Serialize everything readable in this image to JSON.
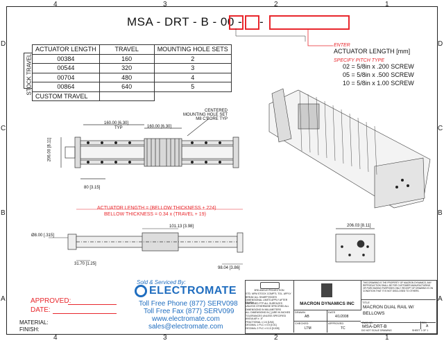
{
  "zones": {
    "cols": [
      "4",
      "3",
      "2",
      "1"
    ],
    "rows": [
      "D",
      "C",
      "B",
      "A"
    ]
  },
  "part_number": {
    "prefix": "MSA - DRT - B - 00 -",
    "dash": "-"
  },
  "table": {
    "side_label": "STOCK TRAVEL",
    "headers": [
      "ACTUATOR LENGTH",
      "TRAVEL",
      "MOUNTING HOLE SETS"
    ],
    "rows": [
      [
        "00384",
        "160",
        "2"
      ],
      [
        "00544",
        "320",
        "3"
      ],
      [
        "00704",
        "480",
        "4"
      ],
      [
        "00864",
        "640",
        "5"
      ]
    ],
    "custom": "CUSTOM TRAVEL"
  },
  "enter": {
    "enter_label": "ENTER",
    "actuator_label": "ACTUATOR LENGTH [mm]",
    "pitch_label": "SPECIFY PITCH TYPE",
    "pitch_options": [
      "02 = 5/8in x .200 SCREW",
      "05 = 5/8in x .500 SCREW",
      "10 = 5/8in x 1.00 SCREW"
    ]
  },
  "dims": {
    "typ160a": "160.00 [6.30]",
    "typ": "TYP",
    "typ160b": "160.00 [6.30]",
    "centered_note": "CENTERED\nMOUNTING HOLE SET\nM8 C'BORE TYP",
    "height": "206.00 [8.11]",
    "w80": "80 [3.15]",
    "dia8": "Ø8.00 [.315]",
    "w101": "101.13 [3.98]",
    "w31": "31.70 [1.25]",
    "w98": "98.04 [3.86]",
    "w206": "206.03 [8.11]"
  },
  "formulas": {
    "line1": "ACTUATOR LENGTH = (BELLOW THICKNESS + 224)",
    "line2": "BELLOW THICKNESS = 0.34 x (TRAVEL + 19)"
  },
  "seller": {
    "sold_by": "Sold & Serviced By:",
    "brand": "ELECTROMATE",
    "phone": "Toll Free Phone  (877) SERV098",
    "fax": "Toll Free Fax  (877) SERV099",
    "web": "www.electromate.com",
    "email": "sales@electromate.com"
  },
  "signoff": {
    "approved": "APPROVED:",
    "date": "DATE:",
    "material": "MATERIAL:",
    "finish": "FINISH:"
  },
  "title_block": {
    "projection": "3RD ANGLE PROJECTION",
    "notes": [
      "STD. MFM STOCK COMPTL TOL. APPLY",
      "BREAK ALL SHARP EDGES",
      "DIMENSIONAL LIMITS APPLY AFTER FINISH",
      "MACHINED FTP ALL SURFACES",
      "UNLESS OTHERWISE SPECIFIED ALL",
      "DIMENSIONS IN MILLIMETERS",
      "ALL DIMENSIONS IN [ ] ARE IN INCHES",
      "TOLERANCES UNLESS SPECIFIED",
      "ANGULAR ± .5°",
      "FRACTIONAL ± 1/4 [1/64]",
      "DECIMAL 1 PLC ± 0.5 [0.01]",
      "DECIMAL 2 PLC ± 0.13 [0.005]"
    ],
    "company": "MACRON DYNAMICS INC",
    "confidential": "THIS DRAWING IS THE PROPERTY OF MACRON DYNAMICS. ANY REPRODUCTION SHALL BE FOR CUSTOMER MANUFACTURING OR PURCHASING PURPOSES ONLY. RECEIPT OF DRAWING IS ON CONDITION THAT IT IS NOT DISCLOSED TO OTHERS.",
    "title_label": "TITLE",
    "title": "MACRON DUAL RAIL W/ BELLOWS",
    "drawn_label": "DRAWN",
    "drawn": "AB",
    "date_label": "DATE",
    "date": "4/1/2008",
    "checked_label": "CHECKED",
    "checked": "LTM",
    "approved_label": "APPROVED",
    "approved": "TC",
    "dwg_label": "DWG NO.",
    "dwg": "MSA-DRT-B",
    "rev_label": "REV",
    "rev": "A",
    "scale": "DO NOT SCALE DRAWING",
    "sheet": "SHEET 1 OF 1"
  },
  "colors": {
    "red": "#e8262b",
    "blue": "#1f6dbf"
  }
}
